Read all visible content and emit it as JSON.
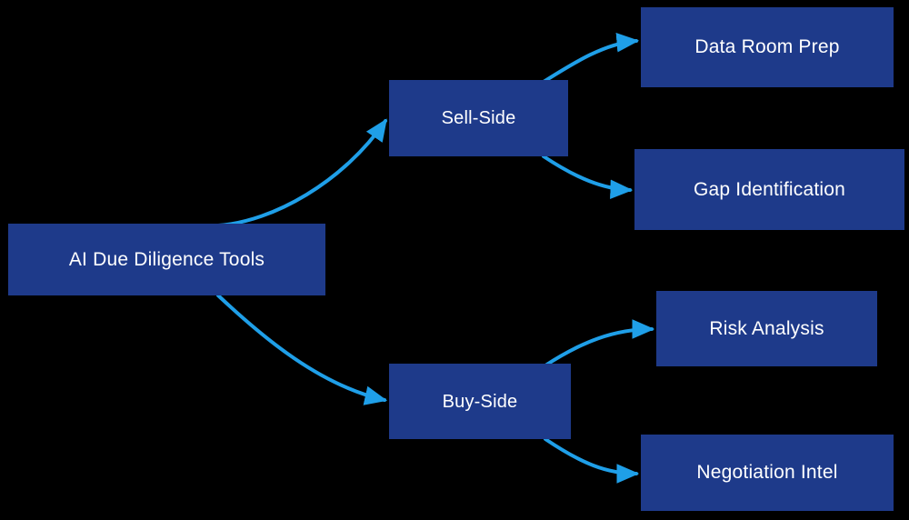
{
  "diagram": {
    "type": "tree-flowchart",
    "orientation": "left-to-right",
    "background_color": "#000000",
    "node_fill_color": "#1e3a8a",
    "node_text_color": "#ffffff",
    "connector_color": "#1f9fe8",
    "nodes": {
      "root": {
        "label": "AI Due Diligence Tools"
      },
      "sell_side": {
        "label": "Sell-Side"
      },
      "buy_side": {
        "label": "Buy-Side"
      },
      "data_room_prep": {
        "label": "Data Room Prep"
      },
      "gap_identification": {
        "label": "Gap Identification"
      },
      "risk_analysis": {
        "label": "Risk Analysis"
      },
      "negotiation_intel": {
        "label": "Negotiation Intel"
      }
    },
    "edges": [
      {
        "from": "root",
        "to": "sell_side"
      },
      {
        "from": "root",
        "to": "buy_side"
      },
      {
        "from": "sell_side",
        "to": "data_room_prep"
      },
      {
        "from": "sell_side",
        "to": "gap_identification"
      },
      {
        "from": "buy_side",
        "to": "risk_analysis"
      },
      {
        "from": "buy_side",
        "to": "negotiation_intel"
      }
    ]
  }
}
